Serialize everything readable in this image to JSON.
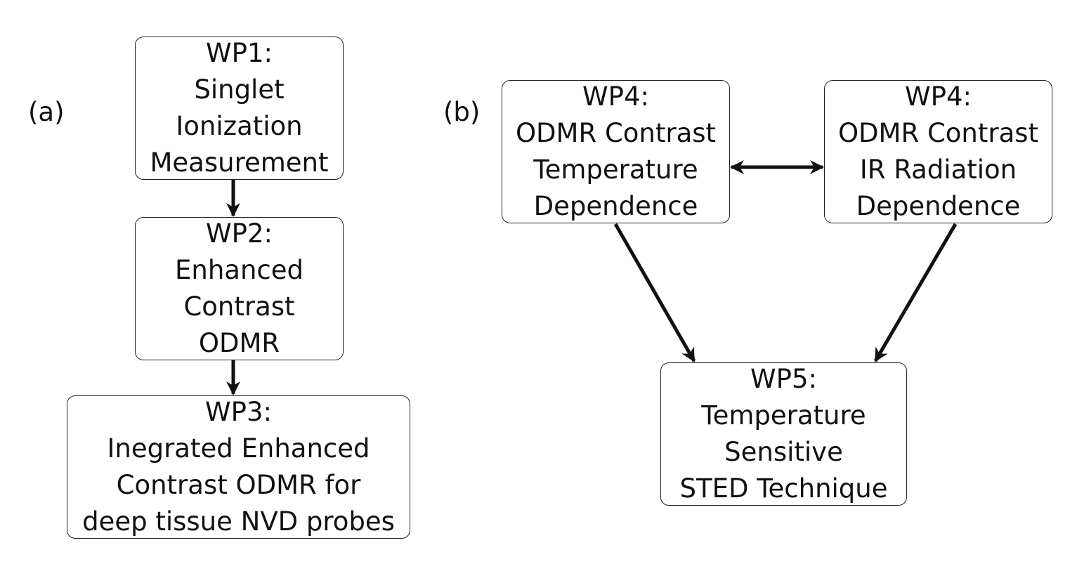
{
  "panels": {
    "a": {
      "label": "(a)"
    },
    "b": {
      "label": "(b)"
    }
  },
  "boxes": {
    "wp1": {
      "lines": [
        "WP1:",
        "Singlet",
        "Ionization",
        "Measurement"
      ]
    },
    "wp2": {
      "lines": [
        "WP2:",
        "Enhanced",
        "Contrast",
        "ODMR"
      ]
    },
    "wp3": {
      "lines": [
        "WP3:",
        "Inegrated Enhanced",
        "Contrast ODMR for",
        "deep tissue NVD probes"
      ]
    },
    "wp4a": {
      "lines": [
        "WP4:",
        "ODMR Contrast",
        "Temperature",
        "Dependence"
      ]
    },
    "wp4b": {
      "lines": [
        "WP4:",
        "ODMR Contrast",
        "IR Radiation",
        "Dependence"
      ]
    },
    "wp5": {
      "lines": [
        "WP5:",
        "Temperature",
        "Sensitive",
        "STED Technique"
      ]
    }
  },
  "edges": [
    {
      "from": "wp1",
      "to": "wp2",
      "direction": "forward"
    },
    {
      "from": "wp2",
      "to": "wp3",
      "direction": "forward"
    },
    {
      "from": "wp4a",
      "to": "wp4b",
      "direction": "both"
    },
    {
      "from": "wp4a",
      "to": "wp5",
      "direction": "forward"
    },
    {
      "from": "wp4b",
      "to": "wp5",
      "direction": "forward"
    }
  ],
  "colors": {
    "stroke": "#111111",
    "box_border": "#222222",
    "background": "#ffffff"
  }
}
